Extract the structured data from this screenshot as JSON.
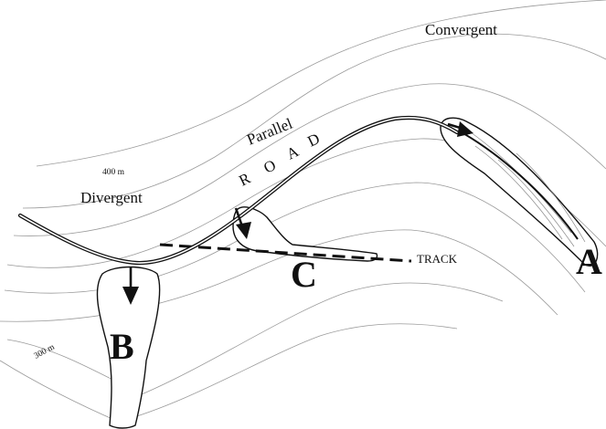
{
  "labels": {
    "convergent": "Convergent",
    "parallel": "Parallel",
    "divergent": "Divergent",
    "road": [
      "R",
      "O",
      "A",
      "D"
    ],
    "track": "TRACK",
    "contour_upper": "400 m",
    "contour_lower": "300 m",
    "landslide_a": "A",
    "landslide_b": "B",
    "landslide_c": "C"
  },
  "colors": {
    "ink": "#111111",
    "contour": "#9a9a9a",
    "background": "#ffffff"
  }
}
